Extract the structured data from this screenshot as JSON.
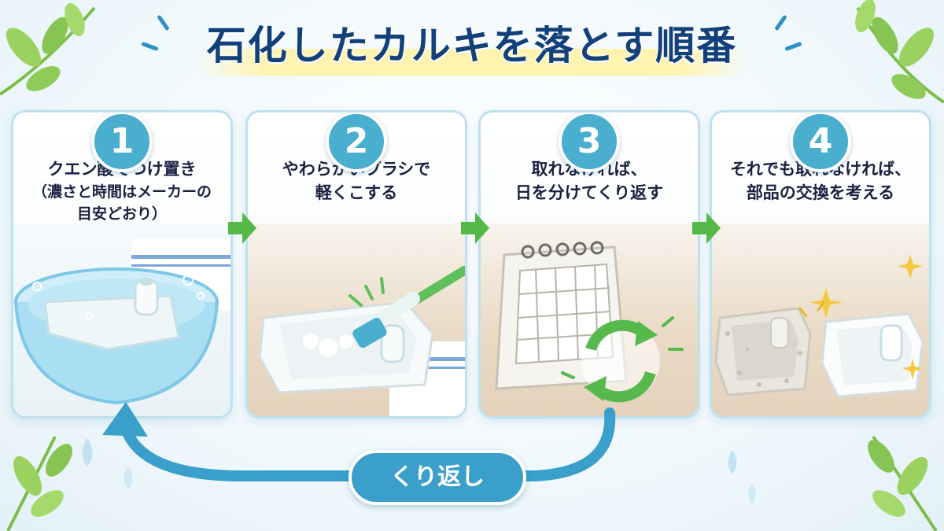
{
  "title": "石化したカルキを落とす順番",
  "colors": {
    "title": "#12407a",
    "step_circle": "#4aaecf",
    "panel_border": "#bfe0ef",
    "next_arrow": "#54b948",
    "loop": "#3a9fca",
    "title_highlight": "#fff3b0"
  },
  "steps": [
    {
      "number": "1",
      "lines": [
        "クエン酸でつけ置き",
        "（濃さと時間はメーカーの",
        "目安どおり）"
      ],
      "illustration": "basin-soak-icon"
    },
    {
      "number": "2",
      "lines": [
        "やわらかいブラシで",
        "軽くこする"
      ],
      "illustration": "toothbrush-scrub-icon"
    },
    {
      "number": "3",
      "lines": [
        "取れなければ、",
        "日を分けてくり返す"
      ],
      "illustration": "calendar-repeat-icon"
    },
    {
      "number": "4",
      "lines": [
        "それでも取れなければ、",
        "部品の交換を考える"
      ],
      "illustration": "part-replace-icon"
    }
  ],
  "loop_label": "くり返し"
}
